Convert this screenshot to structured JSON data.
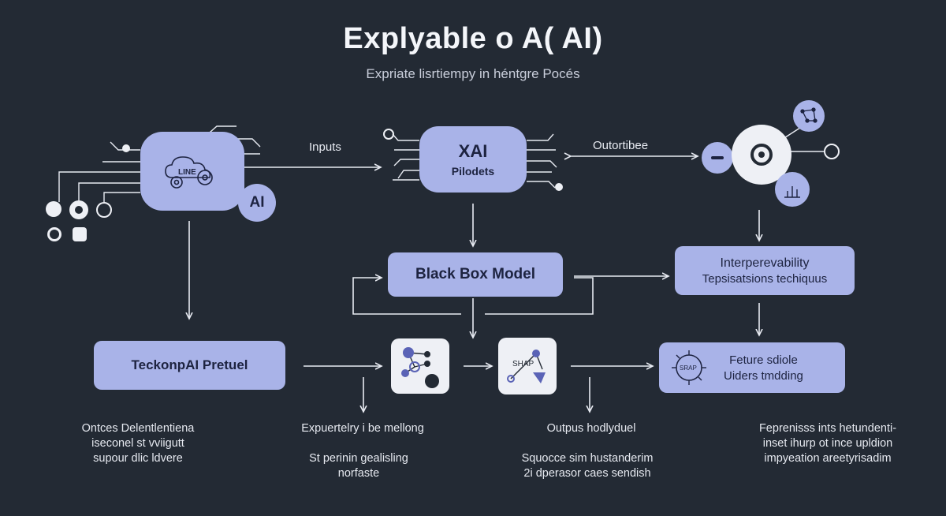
{
  "header": {
    "title": "Explyable o A( AI)",
    "subtitle": "Expriate lisrtiempy in héntgre Pocés"
  },
  "nodes": {
    "input_node": {
      "inner_label": "LINE"
    },
    "ai_badge": "AI",
    "xai_node": {
      "line1": "XAI",
      "line2": "Pilodets"
    },
    "black_box": {
      "label": "Black Box Model"
    },
    "interpretability": {
      "line1": "Interperevability",
      "line2": "Tepsisatsions techiquus"
    },
    "tecknon": {
      "label": "TeckonpAI Pretuel"
    },
    "shap_tile": {
      "label": "SHAP"
    },
    "feature": {
      "line1": "Feture sdiole",
      "line2": "Uiders tmdding"
    },
    "feature_icon": "SRAP"
  },
  "labels": {
    "inputs": "Inputs",
    "outortibee": "Outortibee"
  },
  "captions": {
    "col1": [
      "Ontces Delentlentiena",
      "iseconel st vviigutt",
      "supour dlic ldvere"
    ],
    "col2a": "Expuertelry i be mellong",
    "col2b": [
      "St perinin gealisling",
      "norfaste"
    ],
    "col3a": "Outpus hodlyduel",
    "col3b": [
      "Squocce sim hustanderim",
      "2i dperasor caes sendish"
    ],
    "col4": [
      "Feprenisss ints hetundenti-",
      "inset ihurp ot ince upldion",
      "impyeation areetyrisadim"
    ]
  },
  "colors": {
    "background": "#232a34",
    "node_fill": "#a9b3e8",
    "node_text": "#1d2340",
    "line": "#e8ebf2",
    "tile": "#eef0f5"
  }
}
